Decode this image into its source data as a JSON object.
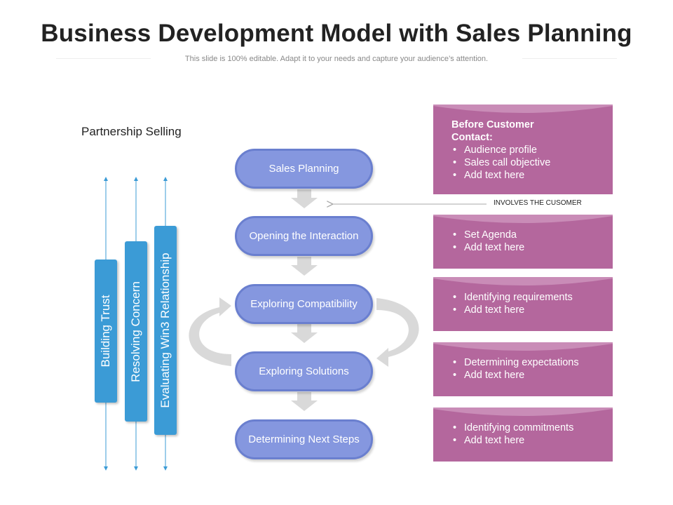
{
  "header": {
    "title": "Business Development Model with Sales Planning",
    "subtitle": "This slide is 100% editable. Adapt it to your needs and capture your audience’s attention."
  },
  "partnership": {
    "label": "Partnership Selling",
    "bars": [
      {
        "label": "Building Trust"
      },
      {
        "label": "Resolving Concern"
      },
      {
        "label": "Evaluating Win3 Relationship"
      }
    ]
  },
  "steps": [
    {
      "label": "Sales Planning"
    },
    {
      "label": "Opening the Interaction"
    },
    {
      "label": "Exploring Compatibility"
    },
    {
      "label": "Exploring Solutions"
    },
    {
      "label": "Determining Next Steps"
    }
  ],
  "panels": [
    {
      "heading": "Before Customer Contact:",
      "items": [
        "Audience profile",
        "Sales call objective",
        "Add text here"
      ]
    },
    {
      "heading": "",
      "items": [
        "Set Agenda",
        "Add text here"
      ]
    },
    {
      "heading": "",
      "items": [
        "Identifying requirements",
        "Add text here"
      ]
    },
    {
      "heading": "",
      "items": [
        "Determining expectations",
        "Add text here"
      ]
    },
    {
      "heading": "",
      "items": [
        "Identifying commitments",
        "Add text here"
      ]
    }
  ],
  "involves_label": "INVOLVES THE CUSOMER",
  "colors": {
    "step_fill": "#8597df",
    "step_border": "#6a7fcf",
    "bar_blue": "#3b9bd6",
    "panel_purple": "#b4679d",
    "arrow_gray": "#d9d9d9"
  }
}
